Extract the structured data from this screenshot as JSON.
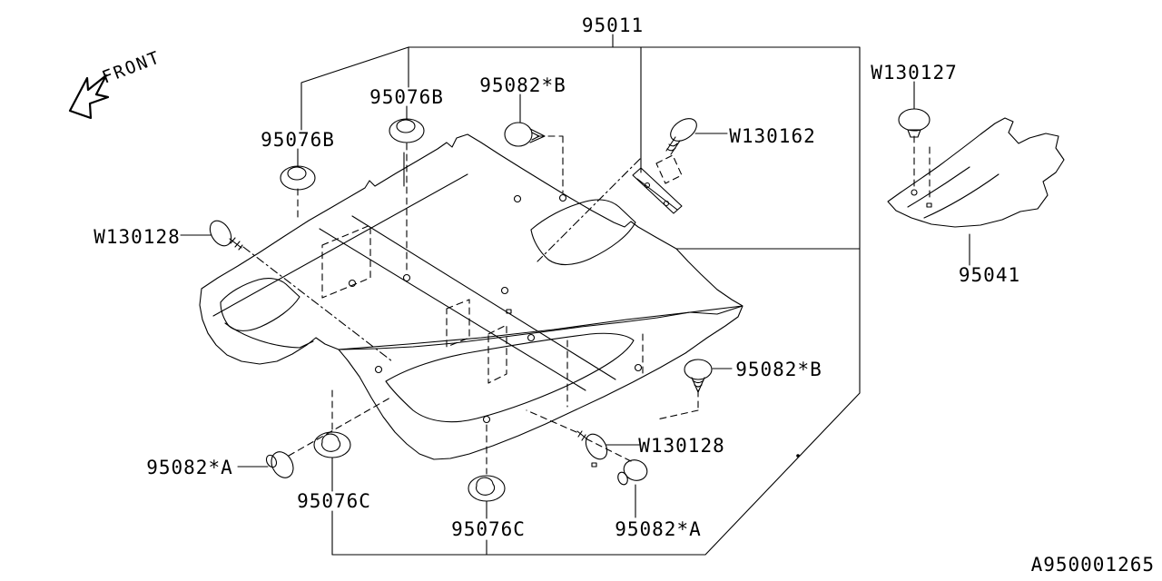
{
  "diagram_code": "A950001265",
  "front_indicator": "FRONT",
  "colors": {
    "line": "#000000",
    "background": "#ffffff"
  },
  "callouts": [
    {
      "id": "main-carpet",
      "part_number": "95011"
    },
    {
      "id": "clip-w130127",
      "part_number": "W130127"
    },
    {
      "id": "grommet-95076b-right",
      "part_number": "95076B"
    },
    {
      "id": "plug-95082b-top",
      "part_number": "95082*B"
    },
    {
      "id": "clip-w130162",
      "part_number": "W130162"
    },
    {
      "id": "grommet-95076b-left",
      "part_number": "95076B"
    },
    {
      "id": "clip-w130128-left",
      "part_number": "W130128"
    },
    {
      "id": "side-mat",
      "part_number": "95041"
    },
    {
      "id": "plug-95082b-right",
      "part_number": "95082*B"
    },
    {
      "id": "clip-w130128-right",
      "part_number": "W130128"
    },
    {
      "id": "plug-95082a-left",
      "part_number": "95082*A"
    },
    {
      "id": "grommet-95076c-left",
      "part_number": "95076C"
    },
    {
      "id": "grommet-95076c-right",
      "part_number": "95076C"
    },
    {
      "id": "plug-95082a-right",
      "part_number": "95082*A"
    }
  ],
  "icons": {
    "front_arrow": "front-direction-arrow",
    "grommet": "grommet-washer-icon",
    "push_plug": "push-plug-clip-icon",
    "screw_clip": "screw-clip-icon",
    "dome_clip": "dome-clip-icon"
  }
}
